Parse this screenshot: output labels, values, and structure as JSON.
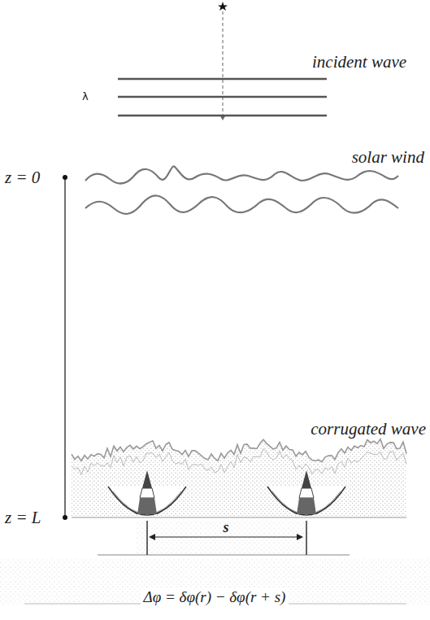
{
  "diagram": {
    "labels": [
      "incident wave",
      "λ",
      "z = 0",
      "solar wind",
      "corrugated wave",
      "z = L",
      "s",
      "Δφ = δφ(r) − δφ(r + s)"
    ]
  }
}
